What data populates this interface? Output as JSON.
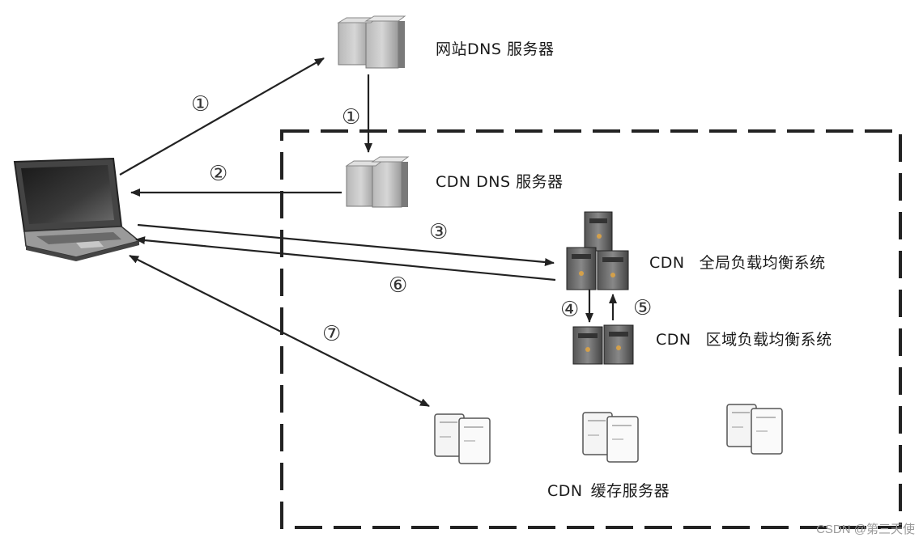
{
  "labels": {
    "website_dns": "网站DNS 服务器",
    "cdn_dns": "CDN DNS 服务器",
    "global_lb_prefix": "CDN",
    "global_lb": "全局负载均衡系统",
    "regional_lb_prefix": "CDN",
    "regional_lb": "区域负载均衡系统",
    "cache_prefix": "CDN",
    "cache": "缓存服务器"
  },
  "steps": {
    "s1a": "①",
    "s1b": "①",
    "s2": "②",
    "s3": "③",
    "s4": "④",
    "s5": "⑤",
    "s6": "⑥",
    "s7": "⑦"
  },
  "watermark": "CSDN @第三天使"
}
